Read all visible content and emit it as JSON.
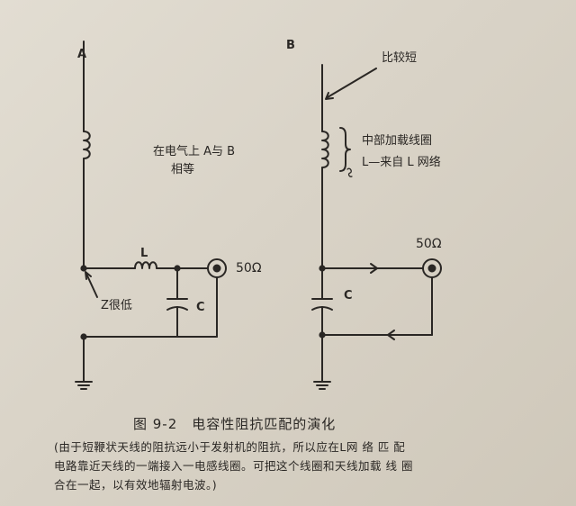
{
  "diagram_a": {
    "node_label": "A",
    "note_line1": "在电气上 A与 B",
    "note_line2": "相等",
    "inductor_label": "L",
    "capacitor_label": "C",
    "impedance_label": "Z很低",
    "port_label": "50Ω"
  },
  "diagram_b": {
    "node_label": "B",
    "shorter_label": "比较短",
    "loading_line1": "中部加载线圈",
    "loading_line2": "L—来自 L 网络",
    "capacitor_label": "C",
    "port_label": "50Ω"
  },
  "caption": {
    "title": "图 9-2　电容性阻抗匹配的演化",
    "line1": "(由于短鞭状天线的阻抗远小于发射机的阻抗，所以应在L网 络 匹 配",
    "line2": "电路靠近天线的一端接入一电感线圈。可把这个线圈和天线加载 线 圈",
    "line3": "合在一起，以有效地辐射电波。)"
  }
}
